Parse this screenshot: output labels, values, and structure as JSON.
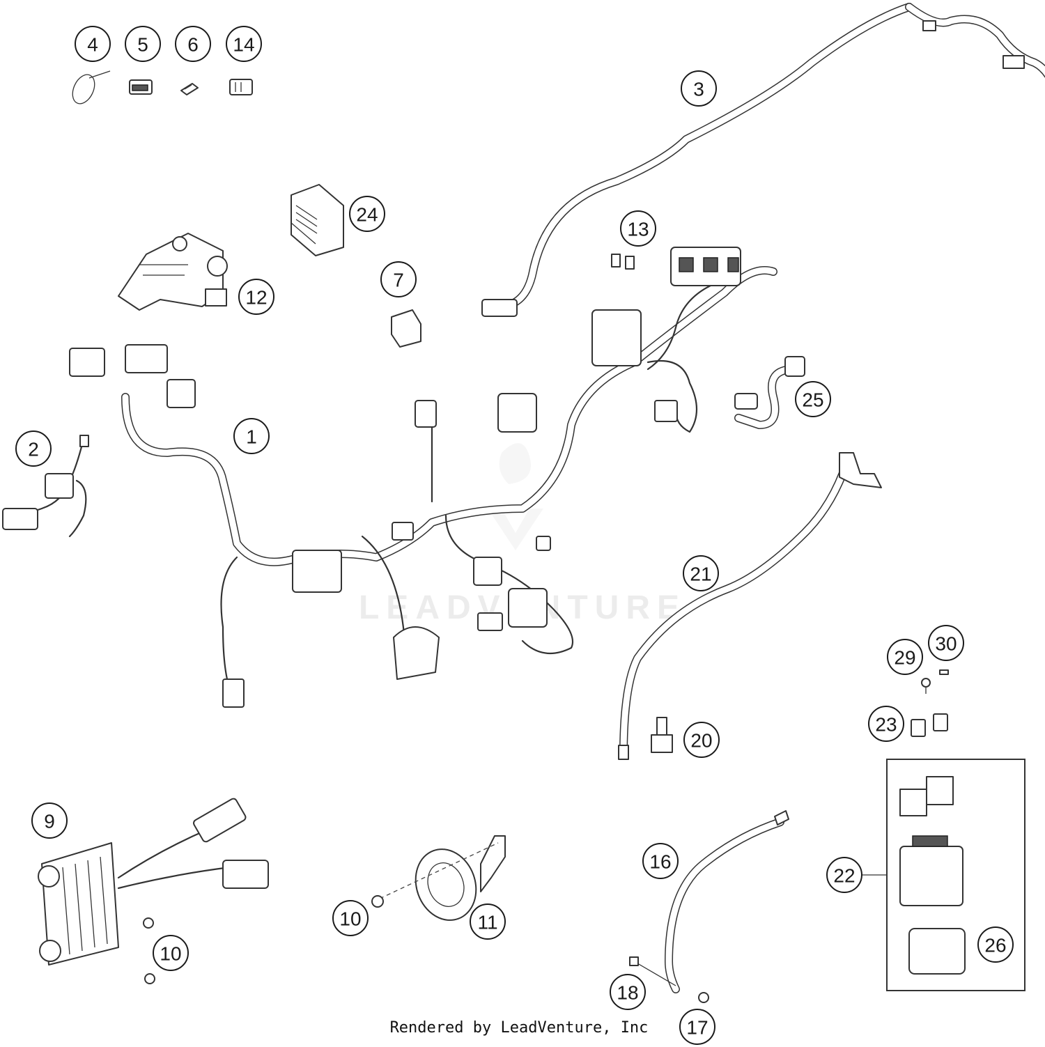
{
  "diagram": {
    "callouts": [
      "4",
      "5",
      "6",
      "14",
      "3",
      "24",
      "13",
      "12",
      "7",
      "1",
      "25",
      "2",
      "21",
      "30",
      "29",
      "23",
      "20",
      "9",
      "22",
      "10",
      "11",
      "16",
      "26",
      "18",
      "17",
      "10"
    ],
    "watermark": "LEADVENTURE",
    "footer": "Rendered by LeadVenture, Inc"
  }
}
